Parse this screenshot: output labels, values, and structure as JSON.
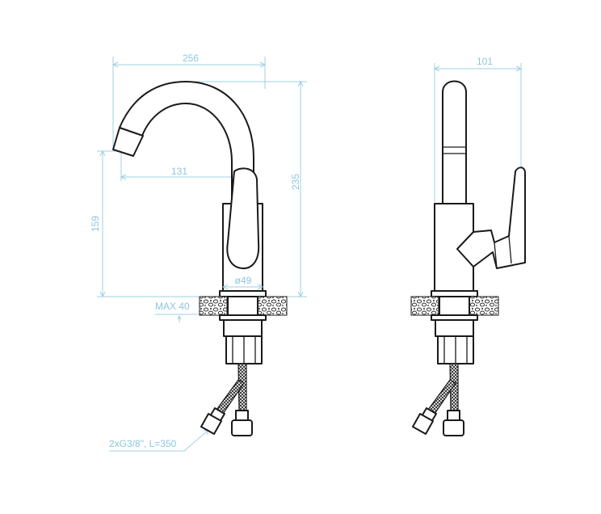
{
  "drawing": {
    "front_view": {
      "width_label": "256",
      "height_label": "235",
      "spout_height_label": "159",
      "spout_reach_label": "131",
      "base_diameter_label": "ø49",
      "max_counter_label": "MAX 40",
      "hose_label": "2xG3/8\", L=350"
    },
    "side_view": {
      "depth_label": "101"
    },
    "colors": {
      "dimension": "#8ec6dc",
      "outline": "#1a1a1a"
    }
  }
}
